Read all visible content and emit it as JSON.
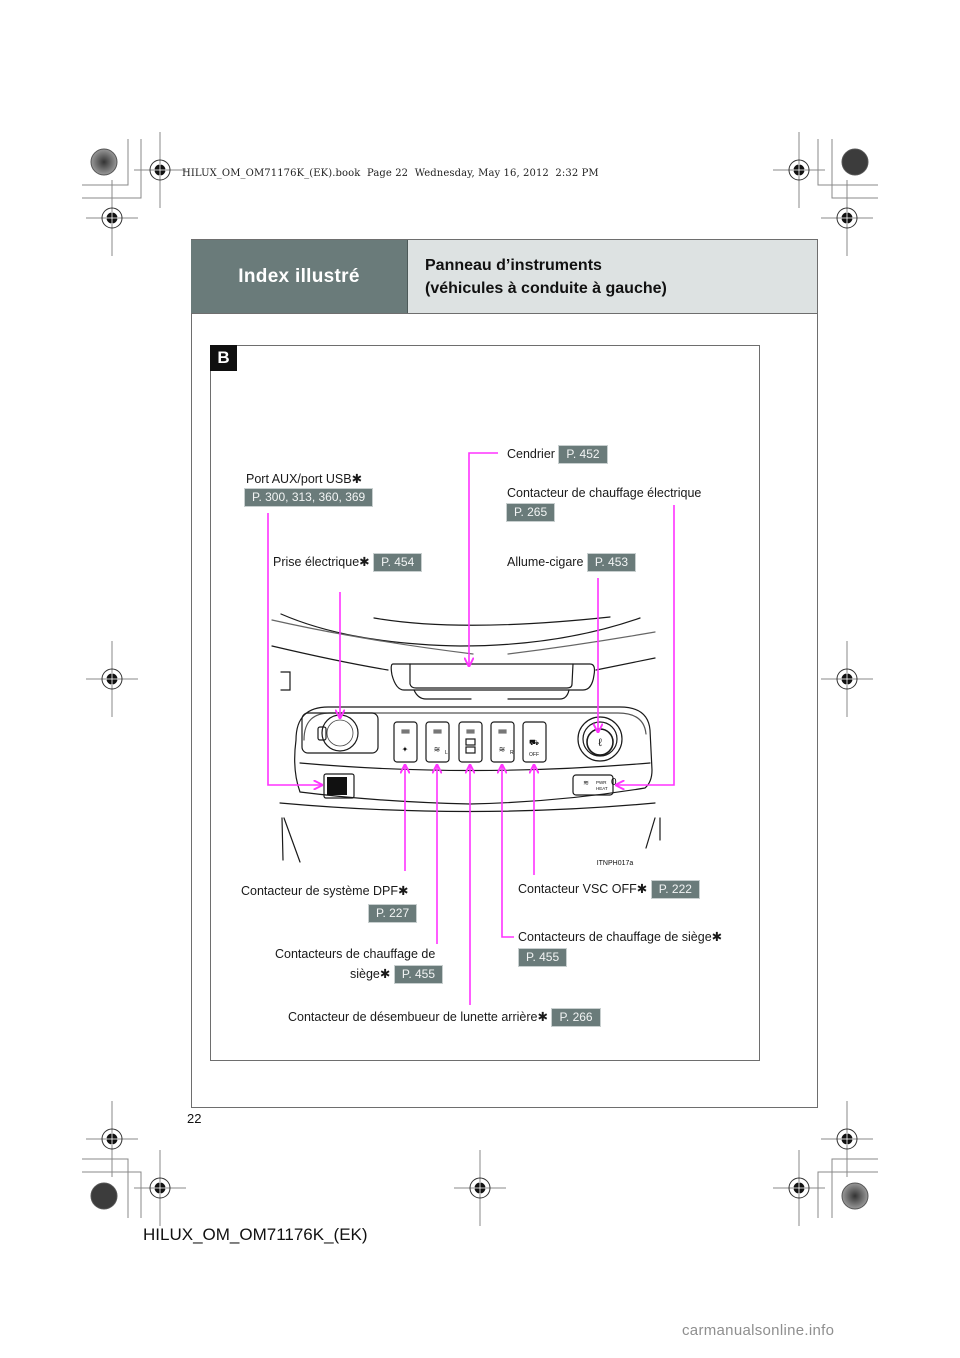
{
  "print_info": "HILUX_OM_OM71176K_(EK).book  Page 22  Wednesday, May 16, 2012  2:32 PM",
  "header": {
    "section": "Index illustré",
    "title_line1": "Panneau d’instruments",
    "title_line2": "(véhicules à conduite à gauche)"
  },
  "figure": {
    "badge": "B",
    "code": "ITNPH017a",
    "accent_color": "#ff33ff",
    "ref_box_color": "#6a7b7a"
  },
  "callouts": [
    {
      "id": "cendrier",
      "label": "Cendrier",
      "ref": "P. 452",
      "asterisk": false
    },
    {
      "id": "aux-usb",
      "label": "Port AUX/port USB",
      "ref": "P. 300, 313, 360, 369",
      "asterisk": true
    },
    {
      "id": "chauffage-electrique",
      "label": "Contacteur de chauffage électrique",
      "ref": "P. 265",
      "asterisk": false
    },
    {
      "id": "prise-electrique",
      "label": "Prise électrique",
      "ref": "P. 454",
      "asterisk": true
    },
    {
      "id": "allume-cigare",
      "label": "Allume-cigare",
      "ref": "P. 453",
      "asterisk": false
    },
    {
      "id": "dpf",
      "label": "Contacteur de système DPF",
      "ref": "P. 227",
      "asterisk": true
    },
    {
      "id": "vsc-off",
      "label": "Contacteur VSC OFF",
      "ref": "P. 222",
      "asterisk": true
    },
    {
      "id": "siege-droit",
      "label": "Contacteurs de chauffage de siège",
      "ref": "P. 455",
      "asterisk": true
    },
    {
      "id": "siege-gauche",
      "label_line1": "Contacteurs de chauffage de",
      "label_line2": "siège",
      "ref": "P. 455",
      "asterisk": true
    },
    {
      "id": "desembueur",
      "label": "Contacteur de désembueur de lunette arrière",
      "ref": "P. 266",
      "asterisk": true
    }
  ],
  "switch_labels": {
    "vsc": "OFF",
    "seat_left": "L",
    "seat_right": "R",
    "pwr_heat_1": "PWR",
    "pwr_heat_2": "HEAT"
  },
  "footer": {
    "page_number": "22",
    "doc_code": "HILUX_OM_OM71176K_(EK)",
    "watermark": "carmanualsonline.info"
  }
}
